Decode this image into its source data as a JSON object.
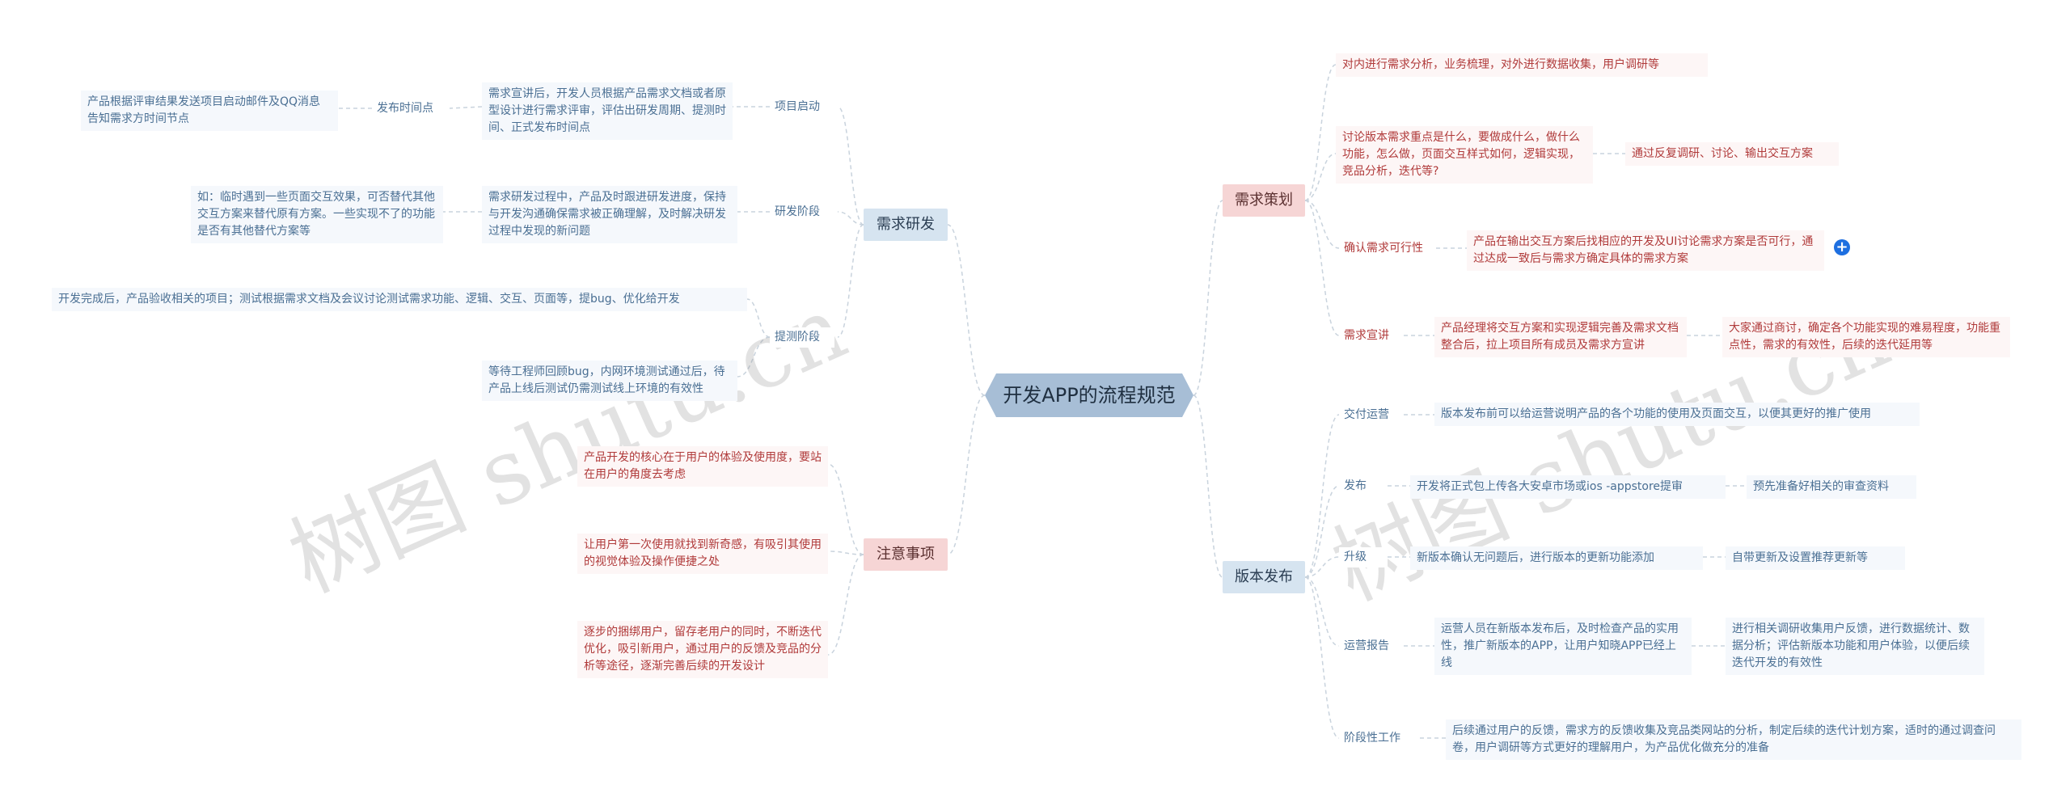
{
  "root": "开发APP的流程规范",
  "left": {
    "dev": {
      "title": "需求研发",
      "kickoff": {
        "label": "项目启动",
        "desc": "需求宣讲后，开发人员根据产品需求文档或者原型设计进行需求评审，评估出研发周期、提测时间、正式发布时间点",
        "sub_label": "发布时间点",
        "sub_desc": "产品根据评审结果发送项目启动邮件及QQ消息告知需求方时间节点"
      },
      "develop": {
        "label": "研发阶段",
        "desc": "需求研发过程中，产品及时跟进研发进度，保持与开发沟通确保需求被正确理解，及时解决研发过程中发现的新问题",
        "sub_desc": "如：临时遇到一些页面交互效果，可否替代其他交互方案来替代原有方案。一些实现不了的功能是否有其他替代方案等"
      },
      "test": {
        "label": "提测阶段",
        "desc1": "开发完成后，产品验收相关的项目；测试根据需求文档及会议讨论测试需求功能、逻辑、交互、页面等，提bug、优化给开发",
        "desc2": "等待工程师回顾bug，内网环境测试通过后，待产品上线后测试仍需测试线上环境的有效性"
      }
    },
    "notes": {
      "title": "注意事项",
      "items": [
        "产品开发的核心在于用户的体验及使用度，要站在用户的角度去考虑",
        "让用户第一次使用就找到新奇感，有吸引其使用的视觉体验及操作便捷之处",
        "逐步的捆绑用户，留存老用户的同时，不断迭代优化，吸引新用户，通过用户的反馈及竞品的分析等途径，逐渐完善后续的开发设计"
      ]
    }
  },
  "right": {
    "plan": {
      "title": "需求策划",
      "internal": "对内进行需求分析，业务梳理，对外进行数据收集，用户调研等",
      "discuss": "讨论版本需求重点是什么，要做成什么，做什么功能，怎么做，页面交互样式如何，逻辑实现，竞品分析，迭代等?",
      "discuss_sub": "通过反复调研、讨论、输出交互方案",
      "feasibility_label": "确认需求可行性",
      "feasibility": "产品在输出交互方案后找相应的开发及UI讨论需求方案是否可行，通过达成一致后与需求方确定具体的需求方案",
      "briefing_label": "需求宣讲",
      "briefing": "产品经理将交互方案和实现逻辑完善及需求文档整合后，拉上项目所有成员及需求方宣讲",
      "briefing_sub": "大家通过商讨，确定各个功能实现的难易程度，功能重点性，需求的有效性，后续的迭代延用等"
    },
    "release": {
      "title": "版本发布",
      "handover_label": "交付运营",
      "handover": "版本发布前可以给运营说明产品的各个功能的使用及页面交互，以便其更好的推广使用",
      "publish_label": "发布",
      "publish": "开发将正式包上传各大安卓市场或ios -appstore提审",
      "publish_sub": "预先准备好相关的审查资料",
      "upgrade_label": "升级",
      "upgrade": "新版本确认无问题后，进行版本的更新功能添加",
      "upgrade_sub": "自带更新及设置推荐更新等",
      "report_label": "运营报告",
      "report": "运营人员在新版本发布后，及时检查产品的实用性，推广新版本的APP，让用户知晓APP已经上线",
      "report_sub": "进行相关调研收集用户反馈，进行数据统计、数据分析；评估新版本功能和用户体验，以便后续迭代开发的有效性",
      "phase_label": "阶段性工作",
      "phase": "后续通过用户的反馈，需求方的反馈收集及竞品类网站的分析，制定后续的迭代计划方案，适时的通过调查问卷，用户调研等方式更好的理解用户，为产品优化做充分的准备"
    }
  },
  "watermark": "树图 shutu.cn",
  "colors": {
    "blue_text": "#4a6f93",
    "red_text": "#b03a3a",
    "root_fill": "#a7bed6",
    "line": "#c9d3dd"
  }
}
